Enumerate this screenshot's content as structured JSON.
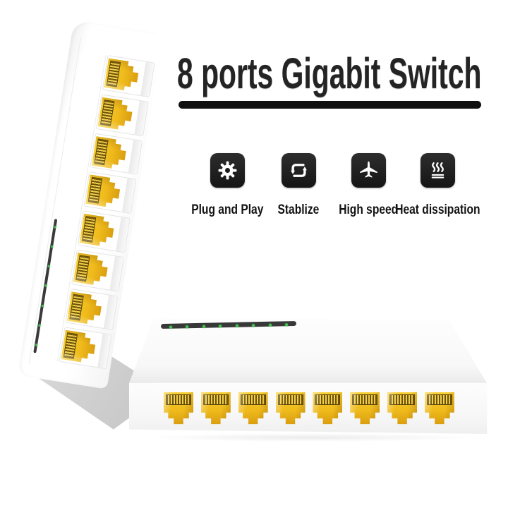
{
  "title": "8 ports Gigabit Switch",
  "features": [
    {
      "label": "Plug and Play",
      "icon": "gear-icon"
    },
    {
      "label": "Stablize",
      "icon": "sync-arrows-icon"
    },
    {
      "label": "High speed",
      "icon": "airplane-icon"
    },
    {
      "label": "Heat dissipation",
      "icon": "heat-waves-icon"
    }
  ],
  "product": {
    "standing_switch": {
      "ports": 8,
      "led_dots": 7
    },
    "desktop_switch": {
      "ports": 8,
      "led_dots": 8
    },
    "colors": {
      "port_yellow": "#eeb91b",
      "led_green": "#43c251",
      "body_white": "#fdfdfd",
      "accent_black": "#101010"
    }
  }
}
